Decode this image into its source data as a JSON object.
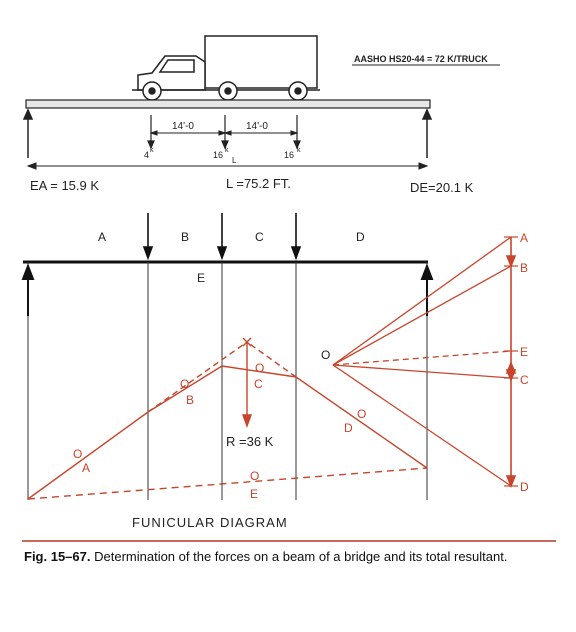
{
  "load_note": "AASHO  HS20-44  =  72  K/TRUCK",
  "dims": {
    "span1": "14'-0",
    "span2": "14'-0"
  },
  "loads": {
    "p1": "4",
    "p2": "16",
    "p3": "16",
    "unit": "k"
  },
  "span_symbol": "L",
  "reactions": {
    "left": "EA = 15.9 K",
    "span": "L =75.2 FT.",
    "right": "DE=20.1 K"
  },
  "space_labels": {
    "a": "A",
    "b": "B",
    "c": "C",
    "d": "D",
    "e": "E"
  },
  "funicular_labels": {
    "o": "O",
    "a": "A",
    "b": "B",
    "c": "C",
    "d": "D",
    "e": "E",
    "resultant": "R =36 K"
  },
  "force_polygon": {
    "pole": "O",
    "a": "A",
    "b": "B",
    "e": "E",
    "c": "C",
    "d": "D"
  },
  "diagram_title": "FUNICULAR DIAGRAM",
  "caption": {
    "figure": "Fig. 15–67.",
    "text": "Determination of the forces on a beam of a bridge and its total resultant."
  },
  "colors": {
    "ink": "#222222",
    "red": "#c8452c"
  }
}
